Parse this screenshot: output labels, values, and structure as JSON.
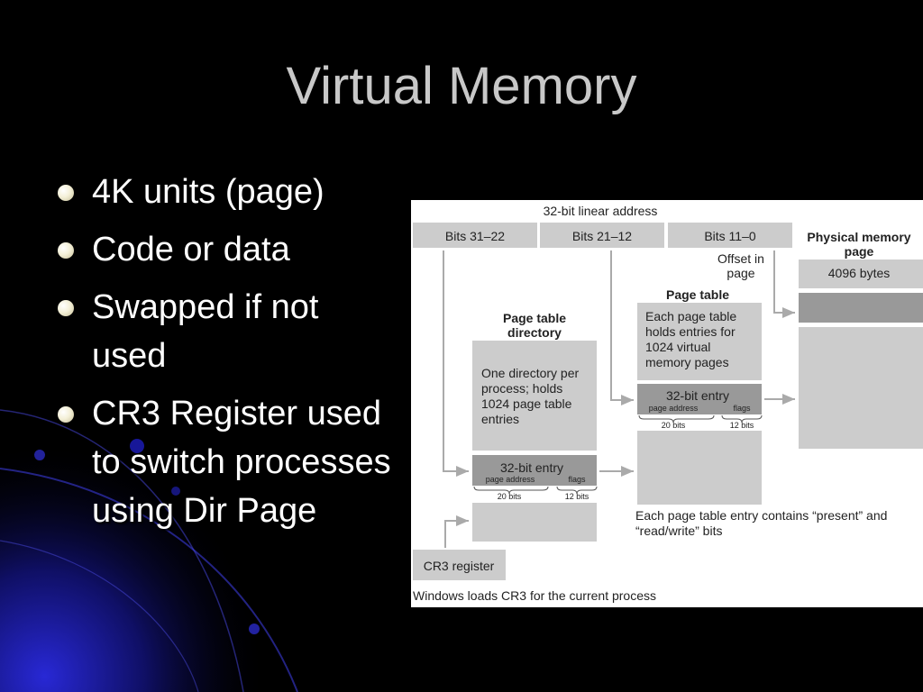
{
  "slide": {
    "title": "Virtual Memory",
    "bullets": [
      {
        "text": "4K units (page)"
      },
      {
        "text": "Code or data"
      },
      {
        "text": "Swapped if not used"
      },
      {
        "text": "CR3 Register used to switch processes using Dir Page"
      }
    ]
  },
  "diagram": {
    "linear_address_label": "32-bit linear address",
    "bits_dir": "Bits 31–22",
    "bits_table": "Bits 21–12",
    "bits_offset": "Bits 11–0",
    "physical_title_1": "Physical memory",
    "physical_title_2": "page",
    "offset_1": "Offset in",
    "offset_2": "page",
    "physical_size": "4096 bytes",
    "page_table_title": "Page table",
    "page_table_desc": [
      "Each page table",
      "holds entries for",
      "1024 virtual",
      "memory pages"
    ],
    "directory_title_1": "Page table",
    "directory_title_2": "directory",
    "directory_desc": [
      "One directory per",
      "process; holds",
      "1024 page table",
      "entries"
    ],
    "entry_label": "32-bit entry",
    "page_address_label": "page address",
    "flags_label": "flags",
    "bits20_label": "20 bits",
    "bits12_label": "12 bits",
    "entry_note_1": "Each page table entry contains “present” and",
    "entry_note_2": "“read/write” bits",
    "cr3_label": "CR3 register",
    "footer": "Windows loads CR3 for the current process"
  },
  "colors": {
    "background": "#000000",
    "title_text": "#c8c8c8",
    "bullet_text": "#ffffff",
    "diagram_box": "#cccccc",
    "diagram_dark": "#999999",
    "accent_blue": "#1a1aa0"
  }
}
